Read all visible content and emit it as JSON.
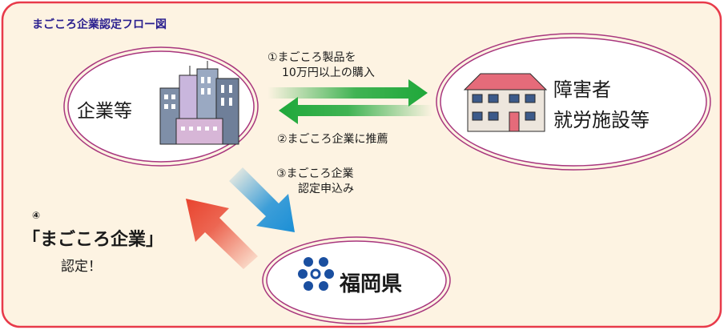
{
  "title": "まごころ企業認定フロー図",
  "nodes": {
    "company": "企業等",
    "facility_line1": "障害者",
    "facility_line2": "就労施設等",
    "prefecture": "福岡県"
  },
  "steps": {
    "s1_line1": "①まごころ製品を",
    "s1_line2": "10万円以上の購入",
    "s2": "②まごころ企業に推薦",
    "s3_line1": "③まごころ企業",
    "s3_line2": "認定申込み",
    "s4_num": "④",
    "s4_line1": "「まごころ企業」",
    "s4_line2": "認定！"
  },
  "colors": {
    "frame": "#e83a4a",
    "background": "#fdf3e2",
    "ellipse_fill": "#ffffff",
    "ellipse_stroke": "#a8367e",
    "arrow_green": "#1fa83a",
    "arrow_blue": "#1b8fd6",
    "arrow_red": "#e8432e",
    "title": "#2a1f8f"
  }
}
